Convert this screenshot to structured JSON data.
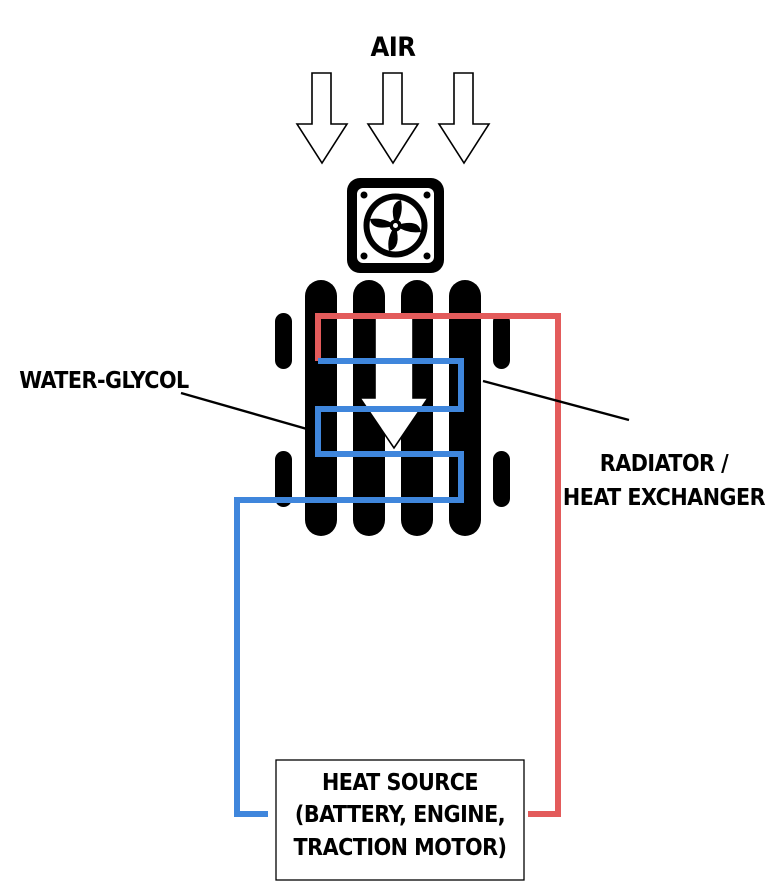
{
  "labels": {
    "air": "AIR",
    "water_glycol": "WATER-GLYCOL",
    "radiator_line1": "RADIATOR /",
    "radiator_line2": "HEAT EXCHANGER",
    "heat_source_line1": "HEAT SOURCE",
    "heat_source_line2": "(BATTERY, ENGINE,",
    "heat_source_line3": "TRACTION MOTOR)"
  },
  "icons": {
    "air_arrows": "down-arrow-outline-icon",
    "fan": "fan-icon",
    "radiator": "radiator-icon",
    "flow_arrow": "down-arrow-icon"
  },
  "colors": {
    "hot_line": "#e35b5b",
    "cold_line": "#3f86dc",
    "outline": "#000000"
  }
}
